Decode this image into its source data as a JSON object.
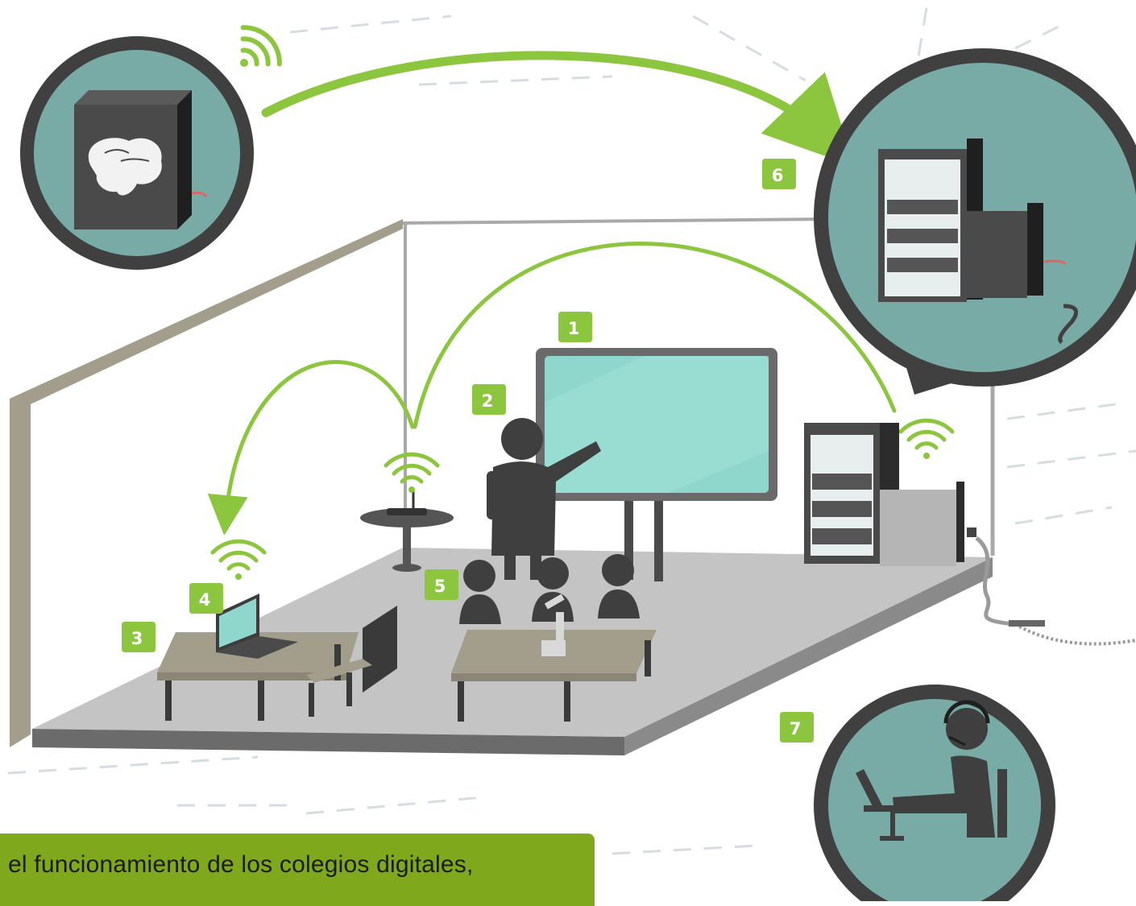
{
  "badges": {
    "b1": "1",
    "b2": "2",
    "b3": "3",
    "b4": "4",
    "b5": "5",
    "b6": "6",
    "b7": "7"
  },
  "banner": {
    "text": "el funcionamiento de los colegios digitales,"
  },
  "colors": {
    "accent_green": "#8cc63f",
    "teal": "#78aba6",
    "dark_ring": "#404040",
    "screen_teal": "#8fd6cc",
    "banner_green": "#7fa81c",
    "floor_gray": "#c4c4c4"
  },
  "icons": [
    "wifi-icon",
    "brain-icon",
    "server-rack-icon",
    "headset-icon",
    "laptop-icon",
    "router-icon"
  ]
}
